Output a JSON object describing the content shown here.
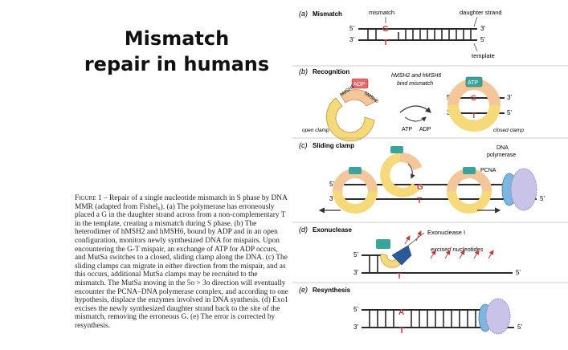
{
  "title": {
    "line1": "Mismatch",
    "line2": "repair in humans"
  },
  "caption": {
    "label": "Figure 1",
    "text": " – Repair of a single nucleotide mismatch in S phase by DNA MMR  (adapted from Fishel₆). (a) The polymerase has erroneously placed a G in the daughter strand across from a non-complementary T in the template, creating a mismatch during S phase. (b) The heterodimer of hMSH2 and hMSH6, bound by ADP and in an open configuration, monitors newly synthesized DNA for mispairs. Upon encountering the G-T mispair, an exchange of ATP for ADP occurs, and MutSa switches to a closed, sliding clamp along the DNA. (c) The sliding clamps can migrate in either direction from the mispair, and as this occurs, additional MutSa clamps may be recruited to the mismatch. The MutSa moving in the 5o > 3o direction will eventually encounter the PCNA–DNA polymerase complex, and according to one hypothesis, displace the enzymes involved in DNA synthesis. (d) Exo1 excises the newly synthesized daughter strand back to the site of the mismatch, removing the erroneous G. (e) The error is corrected by resynthesis."
  },
  "panels": {
    "a": {
      "letter": "(a)",
      "name": "Mismatch",
      "mismatch_label": "mismatch",
      "daughter_label": "daughter strand",
      "template_label": "template",
      "base_top": "G",
      "base_bottom": "T"
    },
    "b": {
      "letter": "(b)",
      "name": "Recognition",
      "adp": "ADP",
      "atp": "ATP",
      "hmsh2": "hMSH2",
      "hmsh6": "hMSH6",
      "bind_label_1": "hMSH2 and hMSH6",
      "bind_label_2": "bind mismatch",
      "open_clamp": "open clamp",
      "closed_clamp": "closed clamp",
      "atp_in": "ATP",
      "adp_out": "ADP",
      "base_top": "G",
      "base_bottom": "T"
    },
    "c": {
      "letter": "(c)",
      "name": "Sliding clamp",
      "dna_pol_1": "DNA",
      "dna_pol_2": "polymerase",
      "pcna": "PCNA",
      "base_top": "G",
      "base_bottom": "T"
    },
    "d": {
      "letter": "(d)",
      "name": "Exonuclease",
      "exo": "Exonuclease I",
      "excised": "excised nucleotides",
      "base_bottom": "T"
    },
    "e": {
      "letter": "(e)",
      "name": "Resynthesis",
      "base_top": "A",
      "base_bottom": "T"
    }
  },
  "strand_labels": {
    "five": "5'",
    "three": "3'"
  },
  "colors": {
    "strand": "#2b2b2b",
    "mismatch": "#c0393b",
    "hmsh2": "#f6d97a",
    "hmsh6": "#f3c79a",
    "atp": "#3aa39a",
    "pcna": "#7fb6e0",
    "polymerase": "#c9c3e8"
  }
}
